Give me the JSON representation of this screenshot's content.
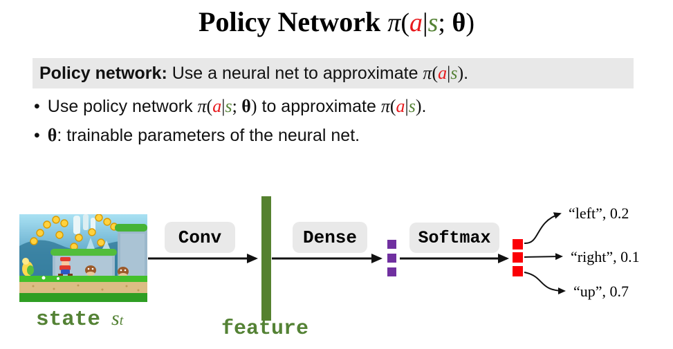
{
  "title": {
    "text": "Policy Network"
  },
  "formula": {
    "pi": "π",
    "lparen": "(",
    "a": "a",
    "bar": "|",
    "s": "s",
    "semi": "; ",
    "theta": "θ",
    "rparen": ")"
  },
  "definition": {
    "lead": "Policy network:",
    "body": " Use a neural net to approximate ",
    "period": "."
  },
  "bullet_marker": "•",
  "bullets": [
    {
      "pre": "Use policy network ",
      "mid": " to approximate ",
      "period": "."
    },
    {
      "theta": "θ",
      "text": ": trainable parameters of the neural net."
    }
  ],
  "diagram": {
    "conv_label": "Conv",
    "dense_label": "Dense",
    "softmax_label": "Softmax",
    "feature_label": "feature",
    "state_label": "state",
    "state_symbol": "s",
    "state_subscript": "t",
    "outputs": [
      "“left”, 0.2",
      "“right”, 0.1",
      "“up”, 0.7"
    ]
  },
  "colors": {
    "red": "#e8191d",
    "green": "#548235",
    "bar_green": "#55812f",
    "purple": "#7030a0",
    "square_red": "#fb0006",
    "box_gray": "#e9e9e9",
    "band_gray": "#e8e8e8"
  }
}
